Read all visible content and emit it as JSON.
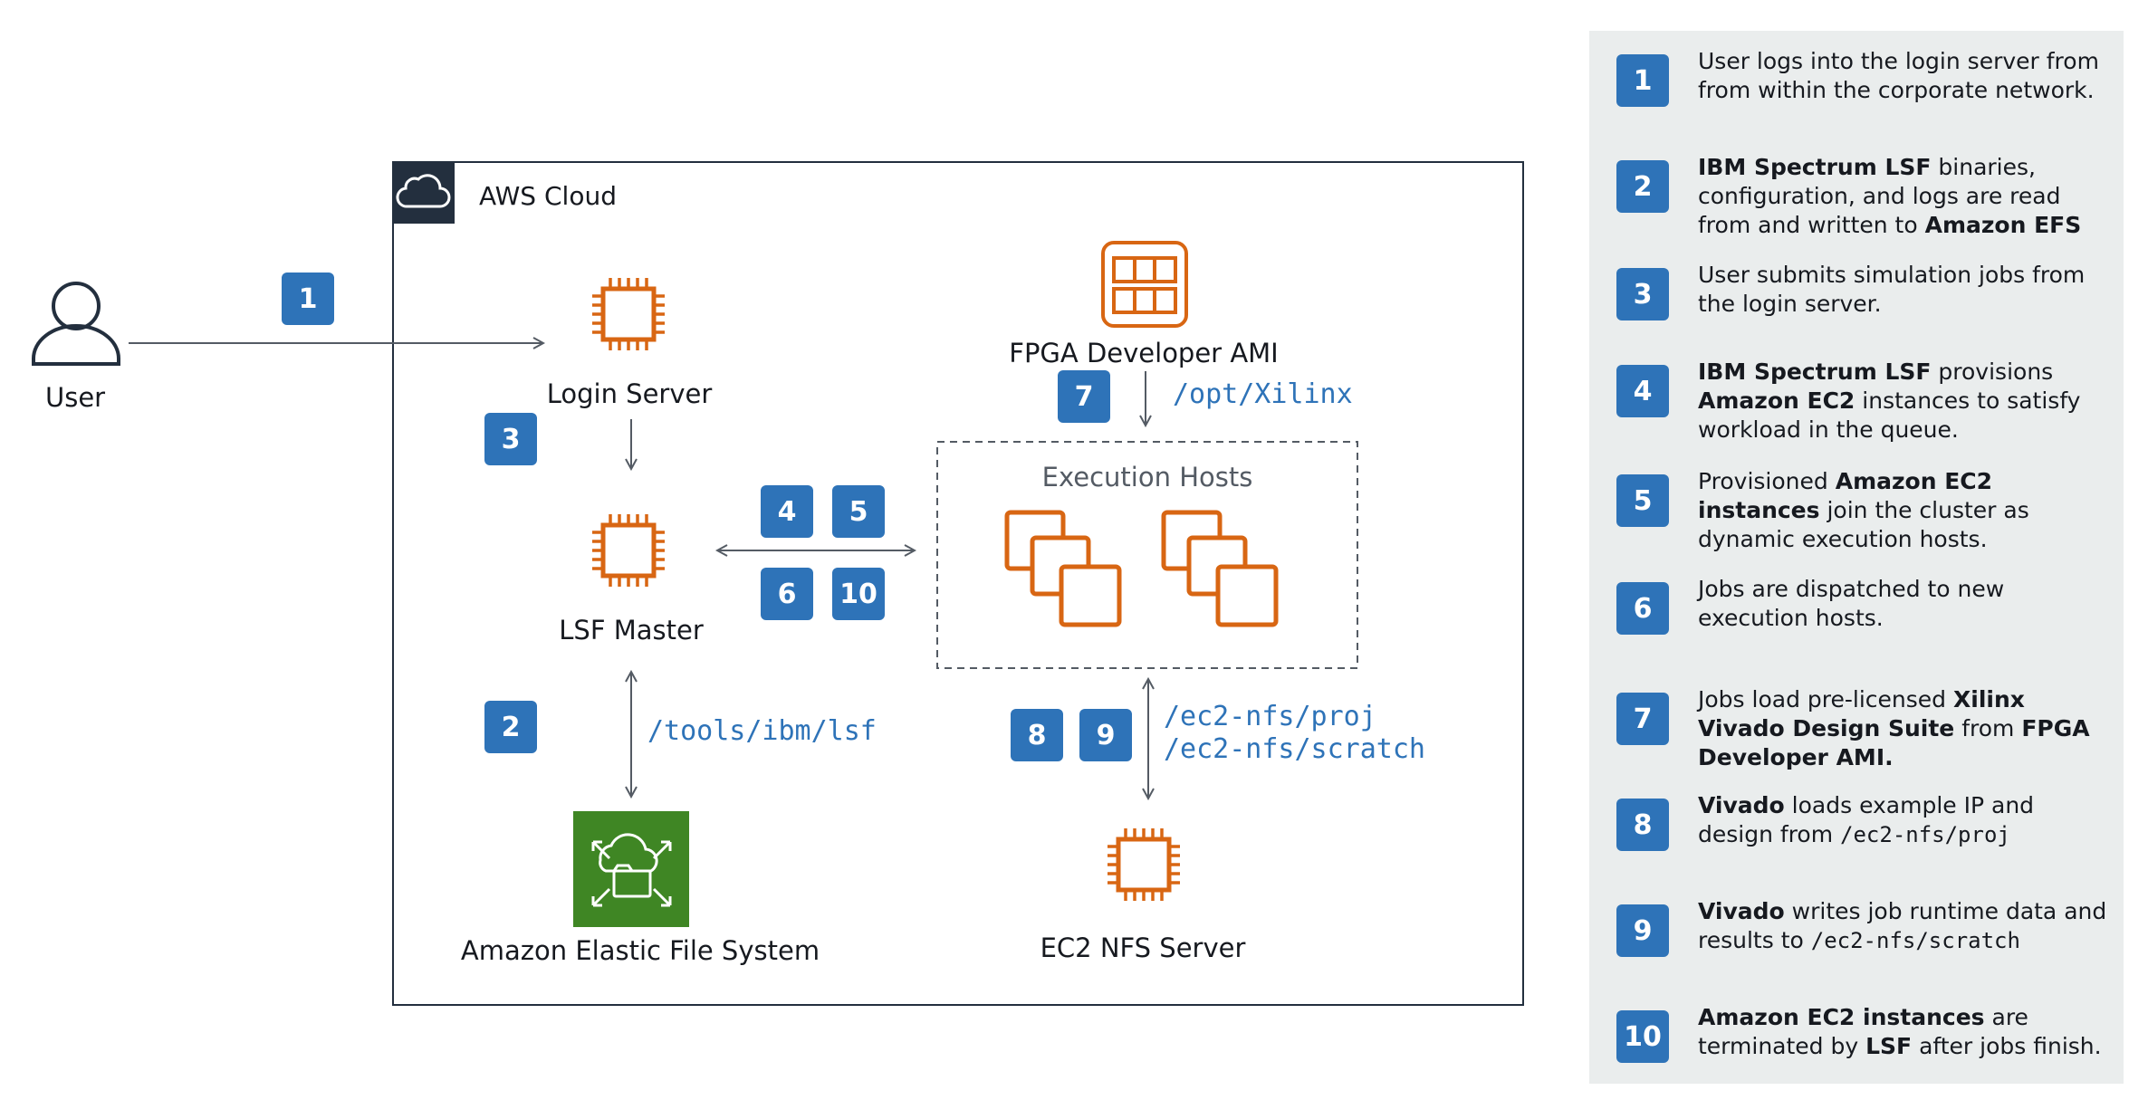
{
  "diagram": {
    "user_label": "User",
    "cloud_label": "AWS Cloud",
    "login_server_label": "Login Server",
    "lsf_master_label": "LSF Master",
    "efs_label": "Amazon Elastic File System",
    "fpga_ami_label": "FPGA Developer AMI",
    "execution_hosts_label": "Execution Hosts",
    "nfs_server_label": "EC2 NFS Server",
    "path_lsf": "/tools/ibm/lsf",
    "path_xilinx": "/opt/Xilinx",
    "path_proj": "/ec2-nfs/proj",
    "path_scratch": "/ec2-nfs/scratch",
    "badges": {
      "b1": "1",
      "b2": "2",
      "b3": "3",
      "b4": "4",
      "b5": "5",
      "b6": "6",
      "b7": "7",
      "b8": "8",
      "b9": "9",
      "b10": "10"
    }
  },
  "legend": [
    {
      "num": "1",
      "parts": [
        {
          "t": "User logs into the login server from from within the corporate network."
        }
      ]
    },
    {
      "num": "2",
      "parts": [
        {
          "t": "IBM Spectrum LSF",
          "b": true
        },
        {
          "t": " binaries, configuration, and logs are read from and written to "
        },
        {
          "t": "Amazon EFS",
          "b": true
        }
      ]
    },
    {
      "num": "3",
      "parts": [
        {
          "t": "User submits simulation jobs from the login server."
        }
      ]
    },
    {
      "num": "4",
      "parts": [
        {
          "t": "IBM Spectrum LSF",
          "b": true
        },
        {
          "t": " provisions "
        },
        {
          "t": "Amazon EC2",
          "b": true
        },
        {
          "t": " instances to satisfy workload in the queue."
        }
      ]
    },
    {
      "num": "5",
      "parts": [
        {
          "t": "Provisioned "
        },
        {
          "t": "Amazon EC2 instances",
          "b": true
        },
        {
          "t": " join the cluster as dynamic execution hosts."
        }
      ]
    },
    {
      "num": "6",
      "parts": [
        {
          "t": "Jobs are dispatched to new execution hosts."
        }
      ]
    },
    {
      "num": "7",
      "parts": [
        {
          "t": "Jobs load pre-licensed "
        },
        {
          "t": "Xilinx Vivado Design Suite",
          "b": true
        },
        {
          "t": " from "
        },
        {
          "t": "FPGA Developer AMI.",
          "b": true
        }
      ]
    },
    {
      "num": "8",
      "parts": [
        {
          "t": "Vivado",
          "b": true
        },
        {
          "t": " loads example IP and design from "
        },
        {
          "t": "/ec2-nfs/proj",
          "code": true
        }
      ]
    },
    {
      "num": "9",
      "parts": [
        {
          "t": "Vivado",
          "b": true
        },
        {
          "t": " writes job runtime data and results to "
        },
        {
          "t": "/ec2-nfs/scratch",
          "code": true
        }
      ]
    },
    {
      "num": "10",
      "parts": [
        {
          "t": "Amazon EC2 instances",
          "b": true
        },
        {
          "t": " are terminated by "
        },
        {
          "t": "LSF",
          "b": true
        },
        {
          "t": " after jobs finish."
        }
      ]
    }
  ],
  "colors": {
    "badge": "#2e73b8",
    "compute_orange": "#d86613",
    "efs_green": "#3f8624",
    "legend_bg": "#eaeded",
    "cloud_header": "#232f3e"
  },
  "icons": [
    "user-icon",
    "cloud-icon",
    "ec2-chip-icon",
    "ami-icon",
    "instances-icon",
    "efs-icon"
  ]
}
